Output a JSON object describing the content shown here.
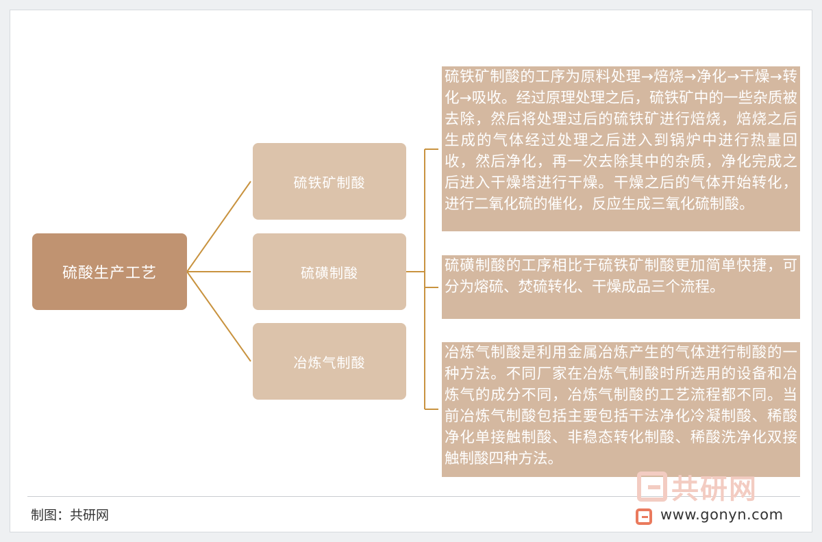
{
  "diagram": {
    "root": "硫酸生产工艺",
    "branches": [
      {
        "label": "硫铁矿制酸",
        "description": "硫铁矿制酸的工序为原料处理→焙烧→净化→干燥→转化→吸收。经过原理处理之后，硫铁矿中的一些杂质被去除，然后将处理过后的硫铁矿进行焙烧，焙烧之后生成的气体经过处理之后进入到锅炉中进行热量回收，然后净化，再一次去除其中的杂质，净化完成之后进入干燥塔进行干燥。干燥之后的气体开始转化，进行二氧化硫的催化，反应生成三氧化硫制酸。"
      },
      {
        "label": "硫磺制酸",
        "description": "硫磺制酸的工序相比于硫铁矿制酸更加简单快捷，可分为熔硫、焚硫转化、干燥成品三个流程。"
      },
      {
        "label": "冶炼气制酸",
        "description": "冶炼气制酸是利用金属冶炼产生的气体进行制酸的一种方法。不同厂家在冶炼气制酸时所选用的设备和冶炼气的成分不同，冶炼气制酸的工艺流程都不同。当前冶炼气制酸包括主要包括干法净化冷凝制酸、稀酸净化单接触制酸、非稳态转化制酸、稀酸洗净化双接触制酸四种方法。"
      }
    ]
  },
  "footer": {
    "credit": "制图：共研网",
    "watermark_text": "共研网",
    "site_url": "www.gonyn.com"
  },
  "colors": {
    "root_box": "#c09371",
    "branch_box": "#dcc3ab",
    "description_bg": "#d4b8a0",
    "connector": "#c8923e",
    "logo": "#ea7a5d"
  }
}
